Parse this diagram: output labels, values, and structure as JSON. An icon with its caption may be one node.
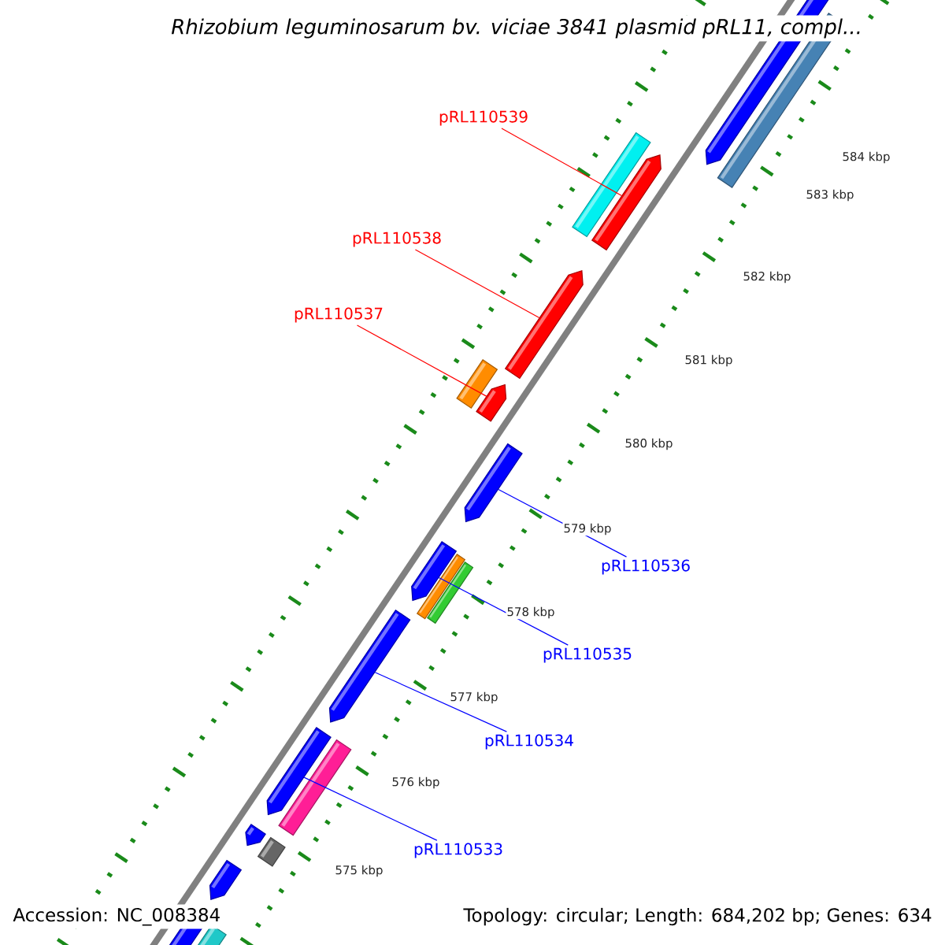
{
  "diagram": {
    "title": "Rhizobium leguminosarum bv. viciae 3841 plasmid pRL11, compl...",
    "nodes": [
      {
        "text": [
          "pRL110539"
        ]
      },
      {
        "text": [],
        "shape": "bar"
      },
      {
        "text": [
          "pRL110538"
        ]
      },
      {
        "text": [],
        "shape": "bar"
      },
      {
        "text": [
          "pRL110537"
        ]
      },
      {
        "text": [],
        "shape": "bar"
      },
      {
        "text": [
          "pRL110536"
        ]
      },
      {
        "text": [],
        "shape": "bar"
      },
      {
        "text": [
          "pRL110535"
        ]
      },
      {
        "text": [],
        "shape": "bar"
      },
      {
        "text": [
          "pRL110534"
        ]
      },
      {
        "text": [],
        "shape": "bar"
      },
      {
        "text": [
          "pRL110533"
        ]
      },
      {
        "text": [],
        "shape": "bar"
      }
    ],
    "edges": [
      {
        "from": 0,
        "to": 1,
        "arrow": "none",
        "color": "#ff0000"
      },
      {
        "from": 2,
        "to": 3,
        "arrow": "none",
        "color": "#ff0000"
      },
      {
        "from": 4,
        "to": 5,
        "arrow": "none",
        "color": "#ff0000"
      },
      {
        "from": 6,
        "to": 7,
        "arrow": "none"
      },
      {
        "from": 8,
        "to": 9,
        "arrow": "none"
      },
      {
        "from": 10,
        "to": 11,
        "arrow": "none"
      },
      {
        "from": 12,
        "to": 13,
        "arrow": "none"
      }
    ],
    "labels": [
      "584 kbp",
      "583 kbp",
      "582 kbp",
      "581 kbp",
      "580 kbp",
      "579 kbp",
      "578 kbp",
      "577 kbp",
      "576 kbp",
      "575 kbp",
      "Accession: NC_008384",
      "Topology: circular; Length: 684,202 bp; Genes: 634"
    ]
  }
}
